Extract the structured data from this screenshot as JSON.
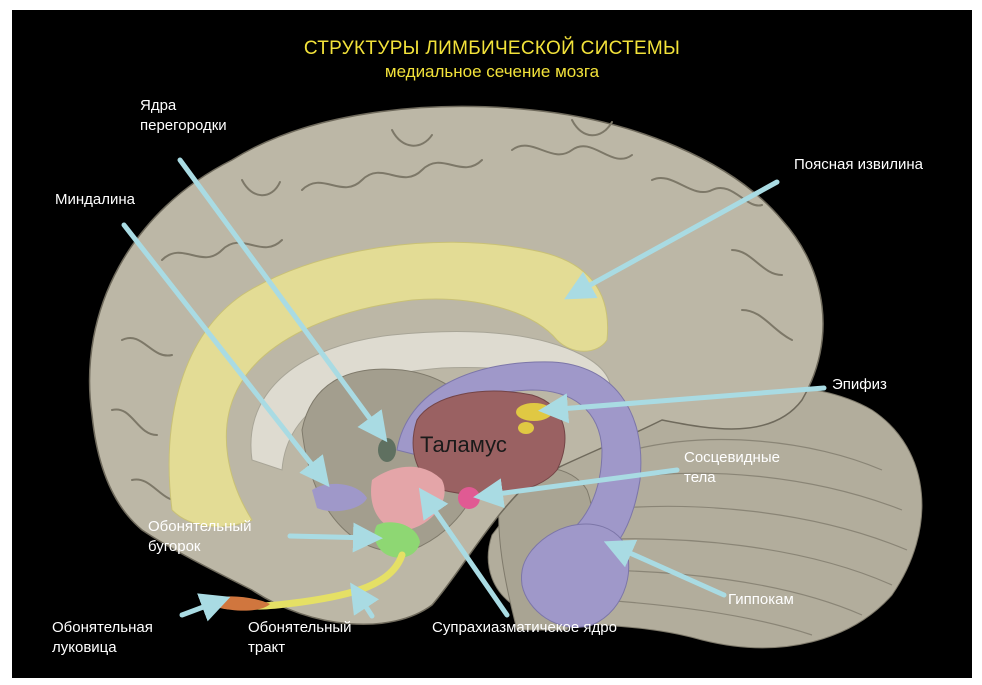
{
  "title": "СТРУКТУРЫ ЛИМБИЧЕСКОЙ СИСТЕМЫ",
  "subtitle": "медиальное сечение мозга",
  "labels": {
    "septal_nuclei_line1": "Ядра",
    "septal_nuclei_line2": "перегородки",
    "amygdala": "Миндалина",
    "cingulate_gyrus": "Поясная извилина",
    "epiphysis": "Эпифиз",
    "thalamus": "Таламус",
    "mammillary_line1": "Сосцевидные",
    "mammillary_line2": "тела",
    "olfactory_tubercle_line1": "Обонятельный",
    "olfactory_tubercle_line2": "бугорок",
    "hippocampus": "Гиппокам",
    "olfactory_bulb_line1": "Обонятельная",
    "olfactory_bulb_line2": "луковица",
    "olfactory_tract_line1": "Обонятельный",
    "olfactory_tract_line2": "тракт",
    "suprachiasmatic": "Супрахиазматичекое ядро"
  },
  "colors": {
    "background": "#000000",
    "title": "#f2e23a",
    "brain": "#bcb7a6",
    "cingulate": "#e3dc95",
    "callosum": "#dedbd0",
    "limbic_purple": "#9f98c9",
    "thalamus": "#9a6162",
    "epiphysis": "#e0c843",
    "mammillary": "#e05a93",
    "olfactory_green": "#8ed773",
    "olfactory_bulb": "#d0763e",
    "septal": "#5f7060",
    "hypothalamus_pink": "#e4a5a8",
    "arrow": "#a9dbe3"
  }
}
